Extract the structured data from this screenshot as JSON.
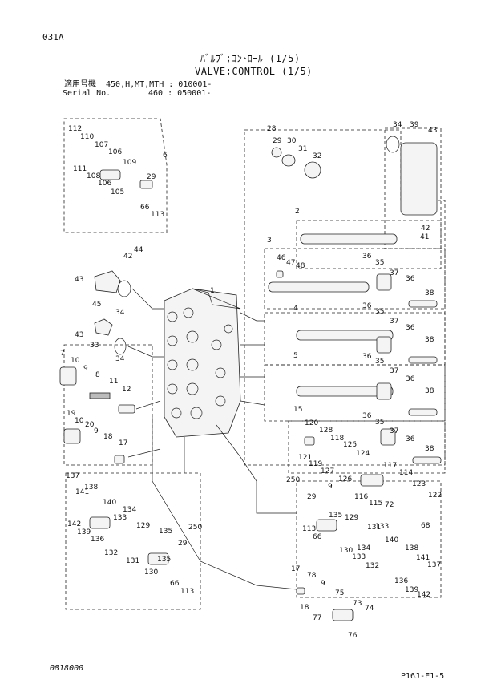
{
  "header": {
    "page_code": "031A",
    "title_jp": "ﾊﾞﾙﾌﾞ;ｺﾝﾄﾛｰﾙ (1/5)",
    "title_en": "VALVE;CONTROL (1/5)",
    "applicability_label": "適用号機",
    "applicability_value": "450,H,MT,MTH : 010001-",
    "serial_label": "Serial No.",
    "serial_value": "460 : 050001-"
  },
  "footer": {
    "doc_number": "0818000",
    "page_ref": "P16J-E1-5"
  },
  "callouts": [
    "112",
    "110",
    "107",
    "106",
    "109",
    "6",
    "111",
    "108",
    "106",
    "105",
    "29",
    "66",
    "113",
    "44",
    "42",
    "43",
    "45",
    "34",
    "43",
    "33",
    "34",
    "7",
    "10",
    "9",
    "8",
    "11",
    "12",
    "19",
    "10",
    "20",
    "9",
    "18",
    "17",
    "137",
    "141",
    "138",
    "140",
    "133",
    "134",
    "142",
    "139",
    "136",
    "135",
    "132",
    "129",
    "131",
    "250",
    "135",
    "29",
    "130",
    "66",
    "113",
    "1",
    "28",
    "29",
    "30",
    "31",
    "32",
    "2",
    "3",
    "46",
    "47",
    "48",
    "36",
    "35",
    "37",
    "36",
    "38",
    "4",
    "36",
    "35",
    "37",
    "36",
    "38",
    "5",
    "36",
    "35",
    "37",
    "36",
    "38",
    "15",
    "120",
    "128",
    "118",
    "125",
    "124",
    "117",
    "114",
    "121",
    "119",
    "127",
    "126",
    "9",
    "116",
    "115",
    "72",
    "123",
    "122",
    "68",
    "36",
    "35",
    "37",
    "36",
    "38",
    "250",
    "29",
    "135",
    "113",
    "66",
    "129",
    "130",
    "134",
    "131",
    "133",
    "132",
    "133",
    "140",
    "138",
    "141",
    "137",
    "136",
    "139",
    "142",
    "17",
    "78",
    "9",
    "75",
    "73",
    "74",
    "18",
    "77",
    "76",
    "34",
    "39",
    "43",
    "42",
    "41"
  ]
}
